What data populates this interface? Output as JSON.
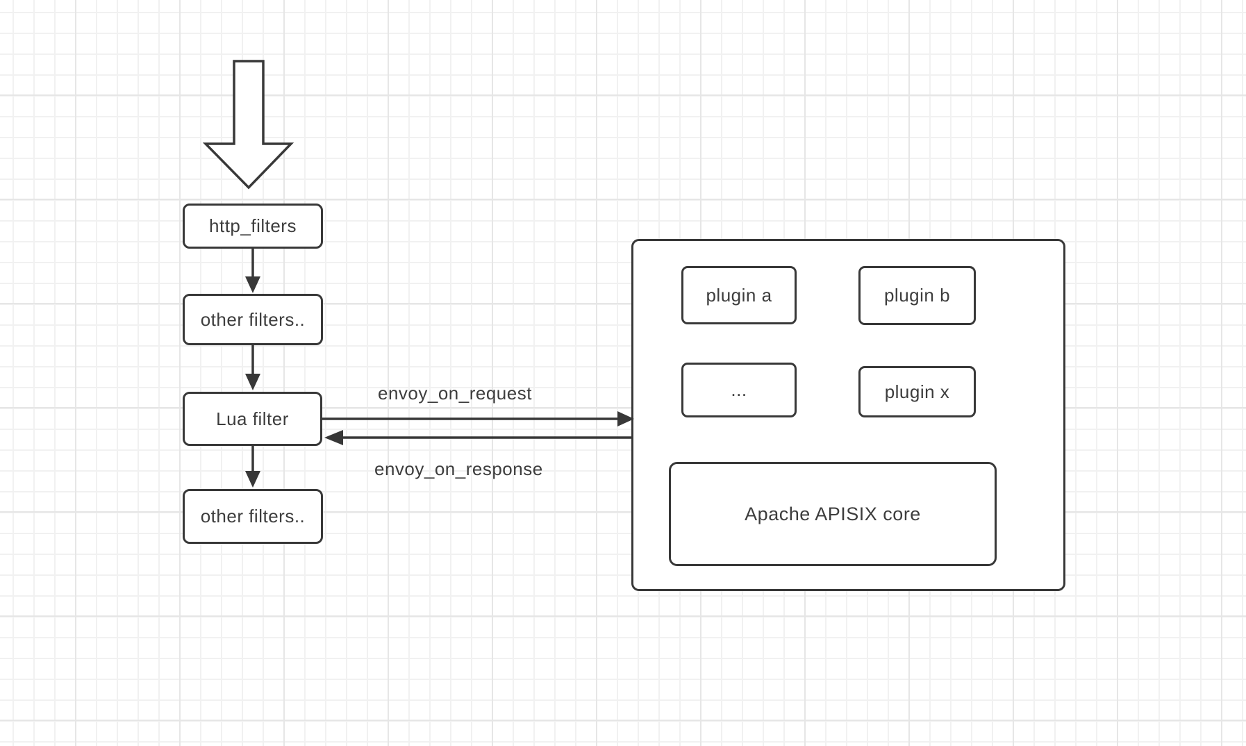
{
  "diagram": {
    "stroke_color": "#383838",
    "text_color": "#3d3d3d",
    "shape_fill": "#ffffff",
    "grid_minor_color": "#f1f1f1",
    "grid_major_color": "#e6e6e6",
    "background_color": "#ffffff"
  },
  "flow": {
    "boxes": [
      {
        "id": "http-filters",
        "label": "http_filters"
      },
      {
        "id": "other-filters-1",
        "label": "other filters.."
      },
      {
        "id": "lua-filter",
        "label": "Lua filter"
      },
      {
        "id": "other-filters-2",
        "label": "other filters.."
      }
    ]
  },
  "edges": {
    "request_label": "envoy_on_request",
    "response_label": "envoy_on_response"
  },
  "apisix": {
    "plugins": [
      "plugin a",
      "plugin b",
      "...",
      "plugin x"
    ],
    "core_label": "Apache APISIX core"
  }
}
